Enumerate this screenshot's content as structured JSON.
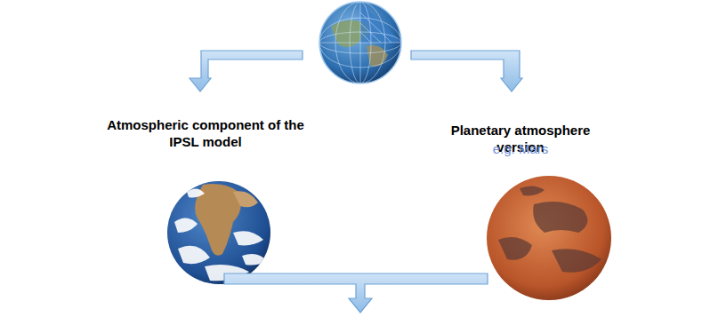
{
  "diagram": {
    "labels": [
      "Atmospheric component of the IPSL model",
      "Planetary atmosphere version",
      "e.g. Mars"
    ]
  }
}
